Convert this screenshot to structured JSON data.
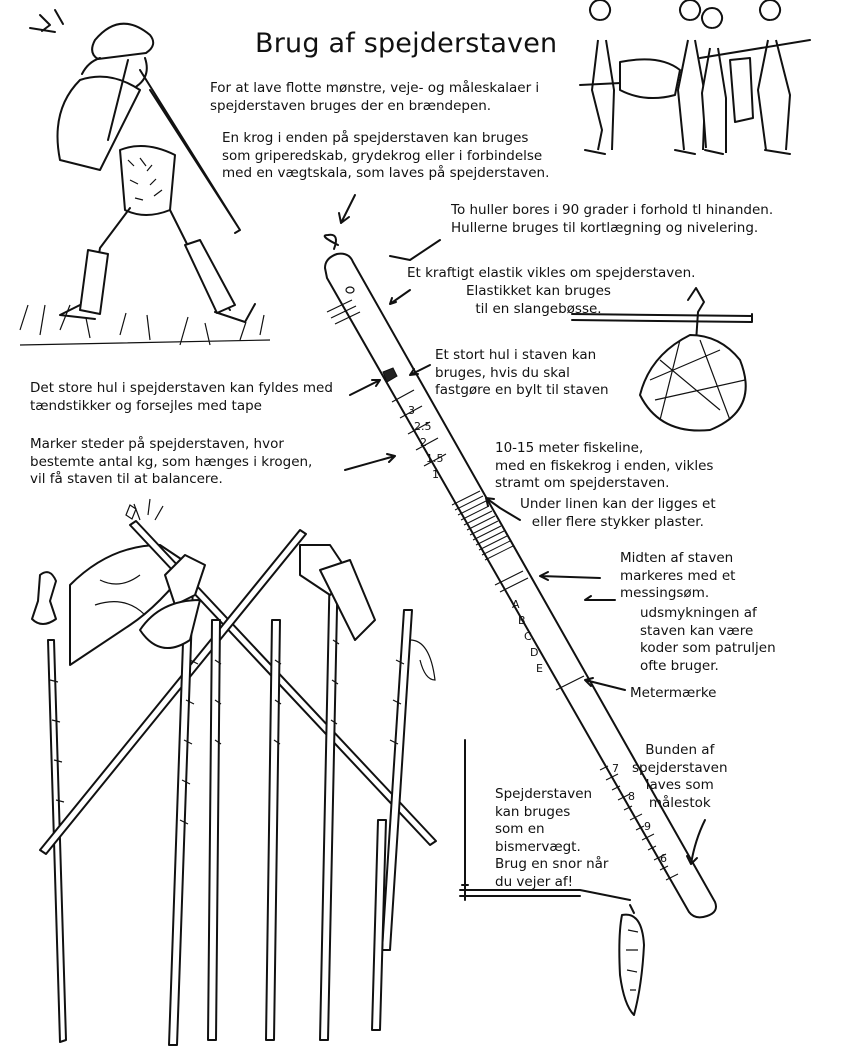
{
  "title": "Brug af spejderstaven",
  "texts": {
    "intro": "For at lave flotte mønstre, veje- og måleskalaer i\nspejderstaven bruges der en brændepen.",
    "hook": "En krog i enden på spejderstaven kan bruges\nsom griperedskab, grydekrog eller i forbindelse\nmed en vægtskala, som laves på spejderstaven.",
    "holes": "To huller bores i 90 grader i forhold tl hinanden.\nHullerne bruges til kortlægning og nivelering.",
    "elastic1": "Et kraftigt elastik vikles om spejderstaven.",
    "elastic2": "Elastikket kan bruges\ntil en slangebøsse.",
    "bighole": "Et stort hul i staven kan\nbruges, hvis du skal\nfastgøre en bylt til staven",
    "matches": "Det store hul i spejderstaven kan fyldes med\ntændstikker og forsejles med tape",
    "weights": "Marker steder på spejderstaven, hvor\nbestemte antal kg, som hænges i krogen,\nvil få staven til at balancere.",
    "fishline": "10-15 meter fiskeline,\nmed en fiskekrog i enden, vikles\nstramt om spejderstaven.",
    "plaster": "Under linen kan der ligges et\neller flere stykker plaster.",
    "middle": "Midten af staven\nmarkeres med et\nmessingsøm.",
    "decor": "udsmykningen af\nstaven kan være\nkoder som patruljen\nofte bruger.",
    "metermark": "Metermærke",
    "bottom": "Bunden af\nspejderstaven\nlaves som\nmålestok",
    "scale": "Spejderstaven\nkan bruges\n som en\nbismervægt.\nBrug en snor når\ndu vejer af!"
  },
  "staff_marks": [
    "3",
    "2.5",
    "2",
    "1.5",
    "1"
  ],
  "code_marks": [
    "A",
    "B",
    "C",
    "D",
    "E"
  ],
  "ruler_marks": [
    "7",
    "8",
    "9",
    "6"
  ]
}
